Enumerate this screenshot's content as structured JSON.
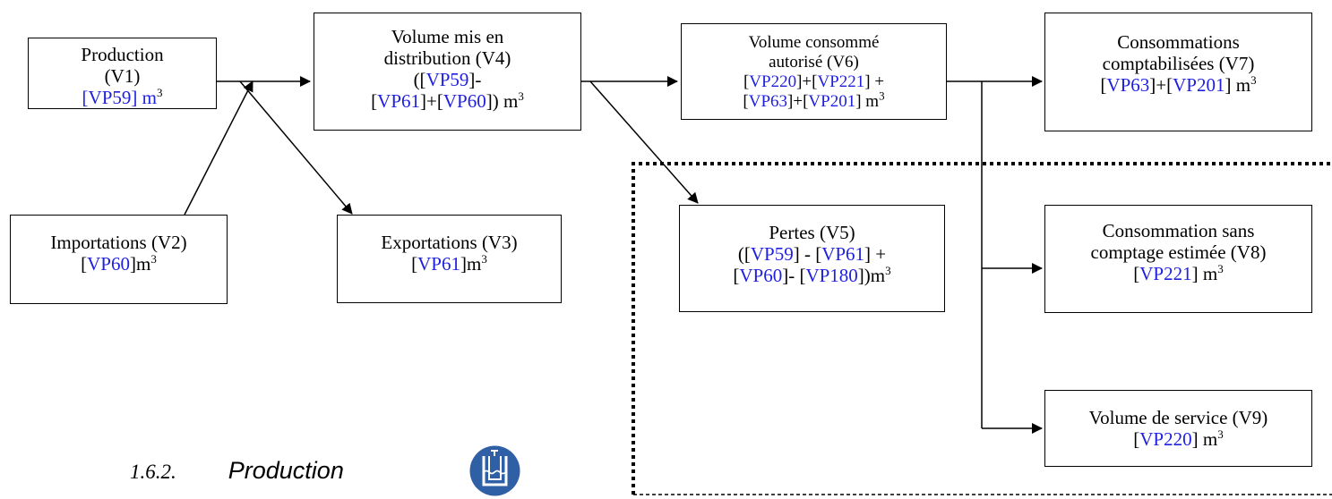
{
  "diagram": {
    "v1": {
      "title": "Production",
      "code": "(V1)",
      "formula": "[VP59] m",
      "exp": "3"
    },
    "v2": {
      "title": "Importations (V2)",
      "ref": "VP60",
      "unit": "m",
      "exp": "3"
    },
    "v3": {
      "title": "Exportations (V3)",
      "ref": "VP61",
      "unit": "m",
      "exp": "3"
    },
    "v4": {
      "line1": "Volume mis en",
      "line2": "distribution (V4)",
      "ref1": "VP59",
      "ref2": "VP61",
      "ref3": "VP60",
      "unit": "m",
      "exp": "3"
    },
    "v5": {
      "title": "Pertes (V5)",
      "ref1": "VP59",
      "ref2": "VP61",
      "ref3": "VP60",
      "ref4": "VP180",
      "unit": "m",
      "exp": "3"
    },
    "v6": {
      "line1": "Volume consommé",
      "line2": "autorisé (V6)",
      "ref1": "VP220",
      "ref2": "VP221",
      "ref3": "VP63",
      "ref4": "VP201",
      "unit": "m",
      "exp": "3"
    },
    "v7": {
      "line1": "Consommations",
      "line2": "comptabilisées (V7)",
      "ref1": "VP63",
      "ref2": "VP201",
      "unit": "m",
      "exp": "3"
    },
    "v8": {
      "line1": "Consommation sans",
      "line2": "comptage estimée (V8)",
      "ref": "VP221",
      "unit": "m",
      "exp": "3"
    },
    "v9": {
      "title": "Volume de service (V9)",
      "ref": "VP220",
      "unit": "m",
      "exp": "3"
    }
  },
  "section": {
    "number": "1.6.2.",
    "title": "Production",
    "icon": "water-tank-icon"
  },
  "colors": {
    "link": "#1f1fe0",
    "icon_bg": "#2f5fa5"
  }
}
